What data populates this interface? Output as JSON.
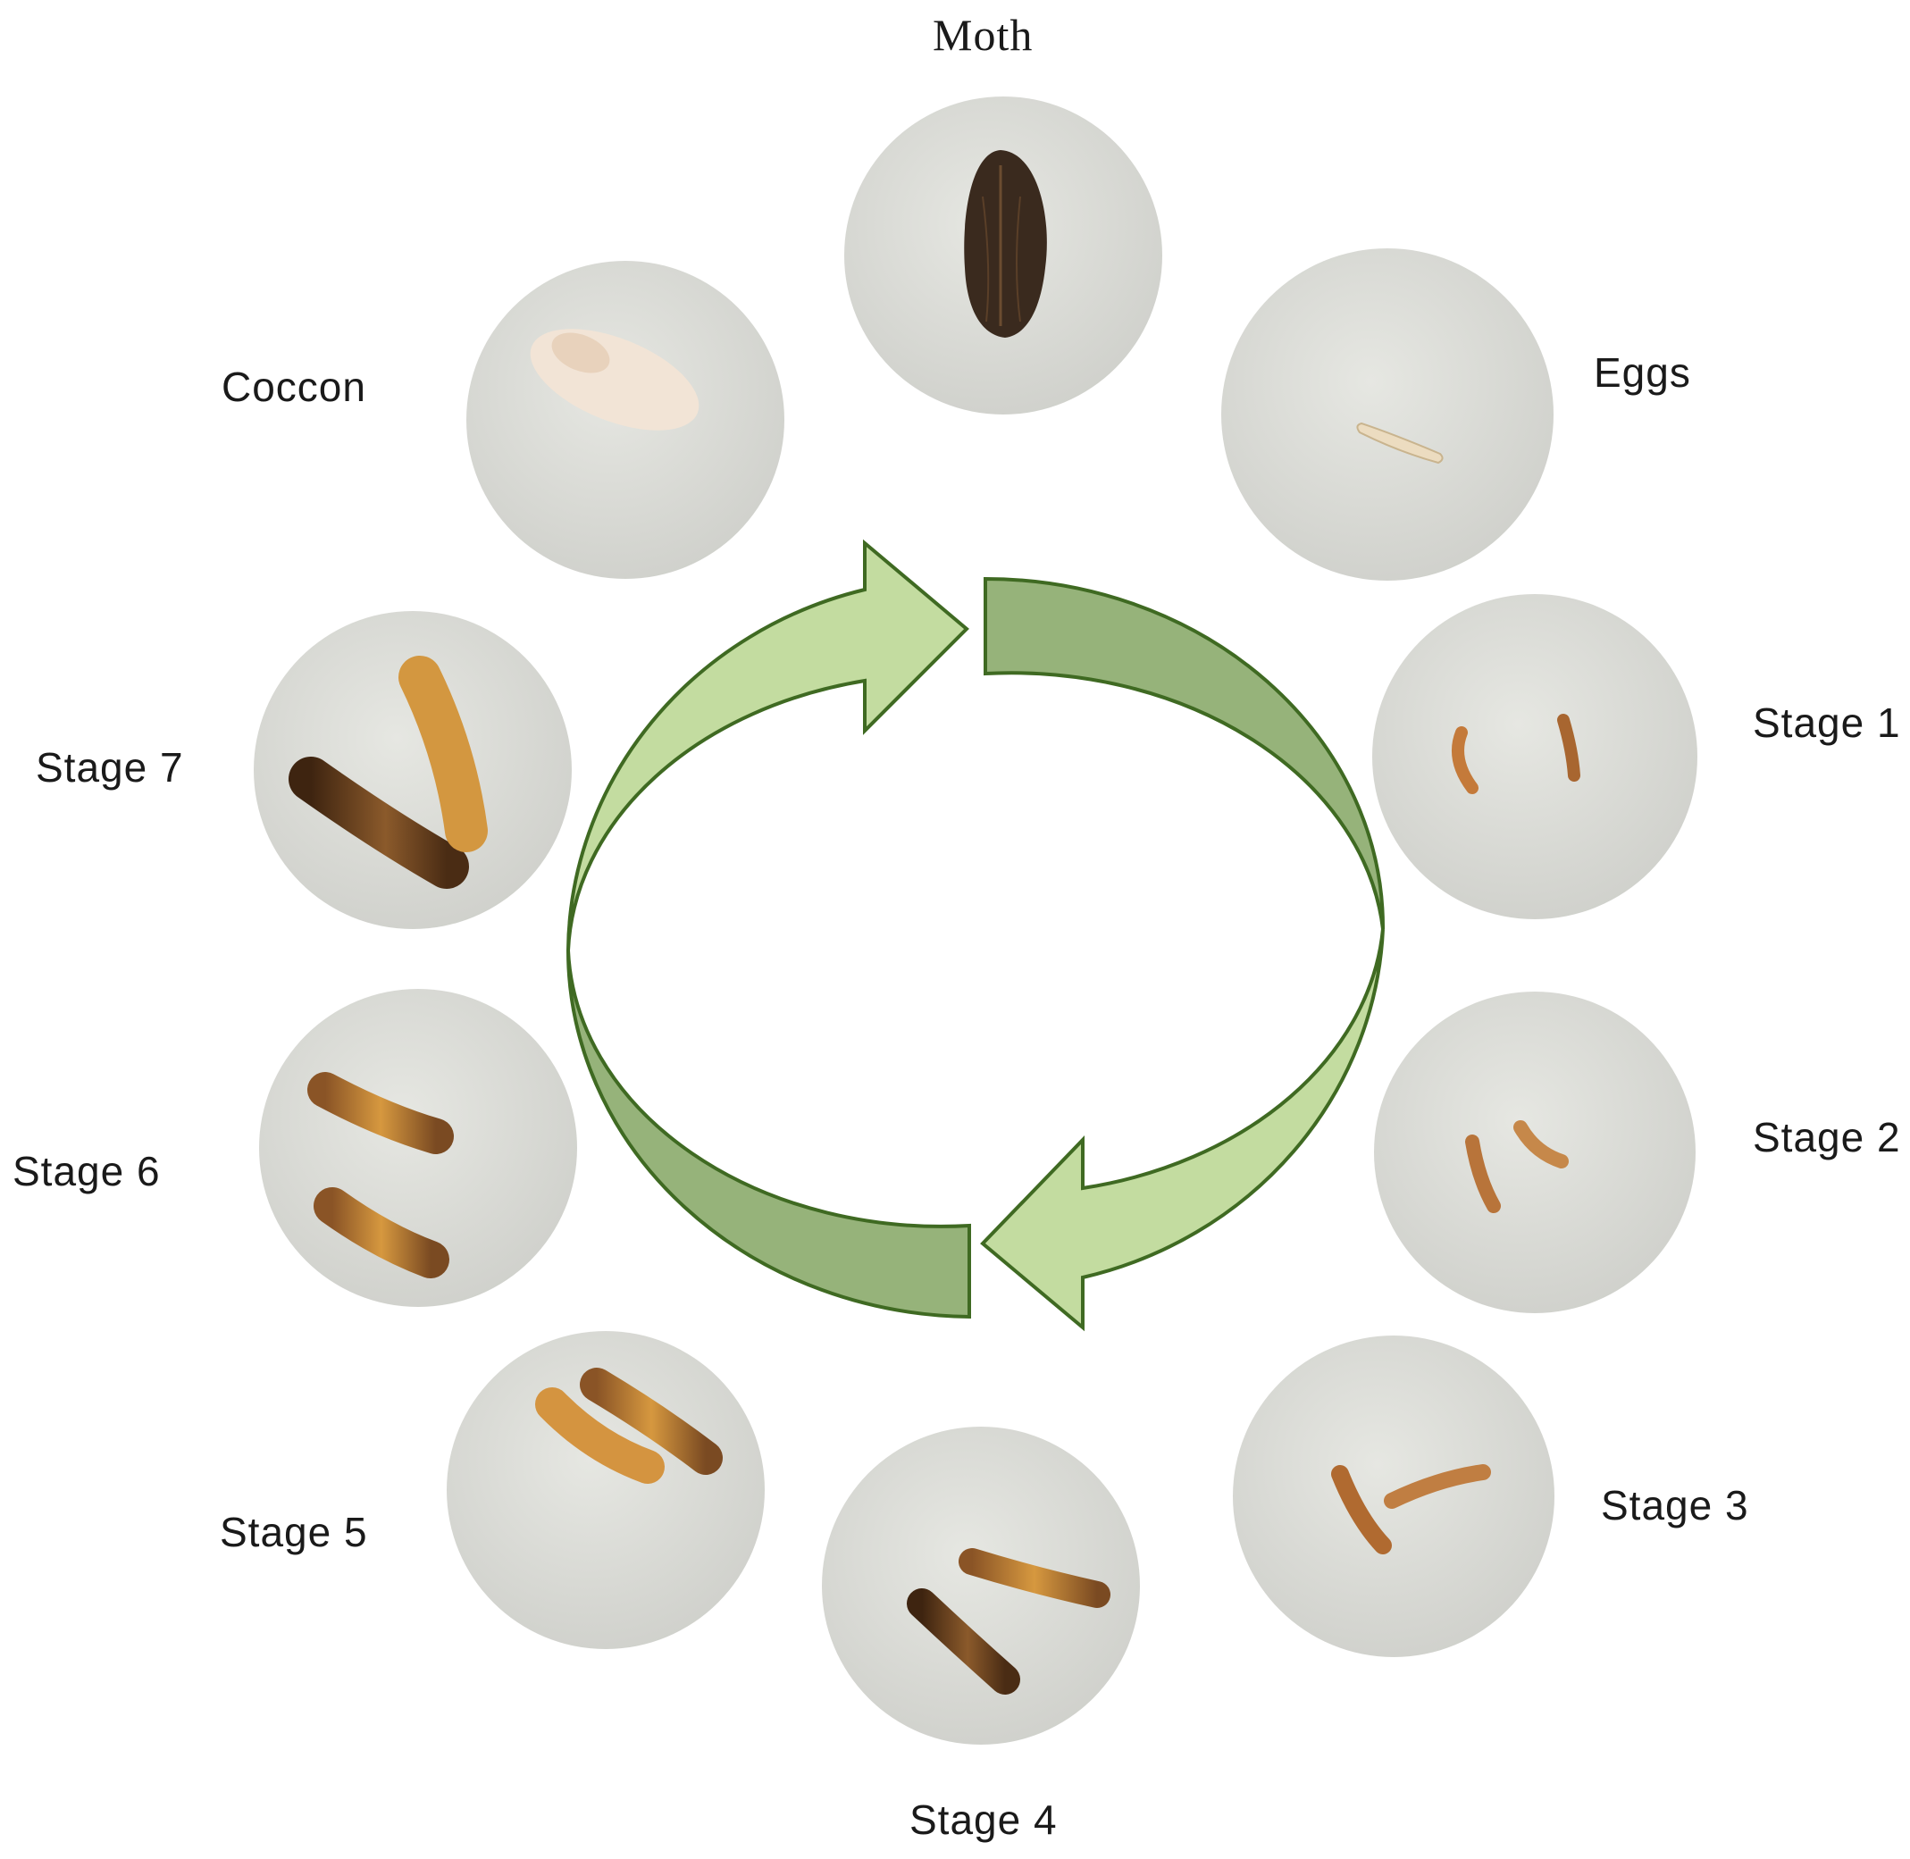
{
  "stages": [
    {
      "id": "moth",
      "label": "Moth",
      "specimen": "moth"
    },
    {
      "id": "eggs",
      "label": "Eggs",
      "specimen": "eggs"
    },
    {
      "id": "stage1",
      "label": "Stage 1",
      "specimen": "larvae-tiny"
    },
    {
      "id": "stage2",
      "label": "Stage 2",
      "specimen": "larvae-small"
    },
    {
      "id": "stage3",
      "label": "Stage 3",
      "specimen": "larvae-medium"
    },
    {
      "id": "stage4",
      "label": "Stage 4",
      "specimen": "larvae-large"
    },
    {
      "id": "stage5",
      "label": "Stage 5",
      "specimen": "larvae-large"
    },
    {
      "id": "stage6",
      "label": "Stage 6",
      "specimen": "larvae-large"
    },
    {
      "id": "stage7",
      "label": "Stage 7",
      "specimen": "larvae-mature"
    },
    {
      "id": "coccon",
      "label": "Coccon",
      "specimen": "cocoon"
    }
  ],
  "colors": {
    "arrow_light": "#c3dca0",
    "arrow_dark": "#96b37a",
    "arrow_stroke": "#3f6a22",
    "photo_bg": "#dcddd8",
    "larva": "#c88a3e",
    "larva_dark": "#6b3f1c",
    "moth": "#3a2a1e",
    "egg": "#ecdcc0",
    "cocoon": "#f2e4d6"
  }
}
